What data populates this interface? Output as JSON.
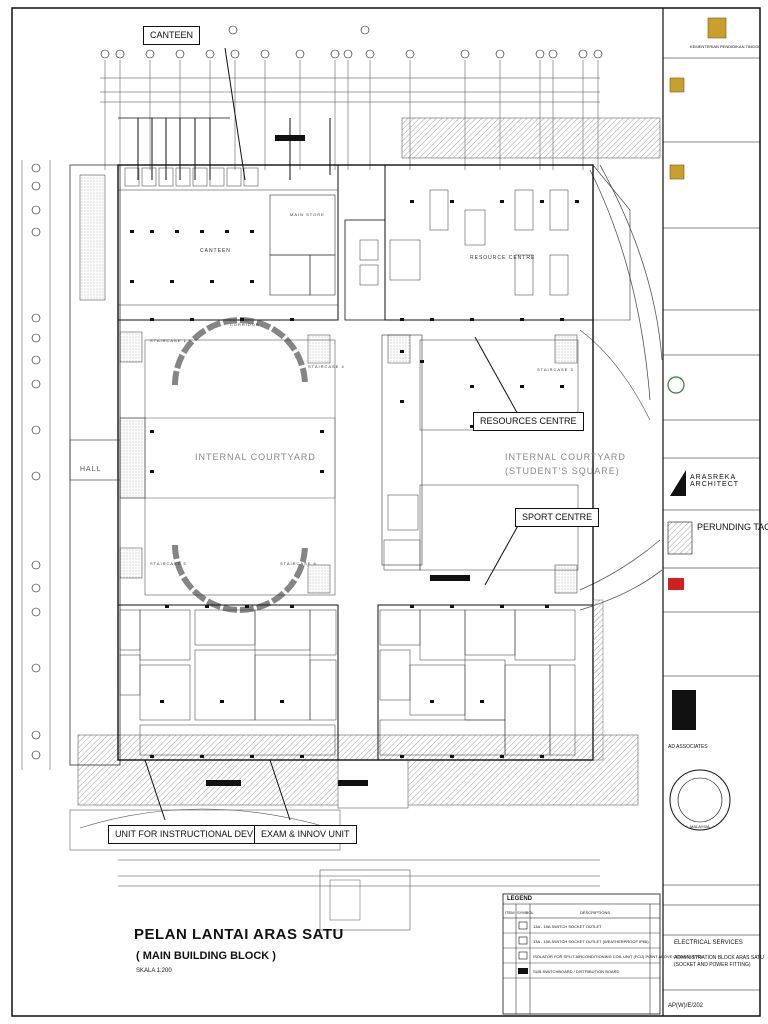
{
  "labels": {
    "canteen": "CANTEEN",
    "resources_centre": "RESOURCES CENTRE",
    "sport_centre": "SPORT CENTRE",
    "unit_instructional": "UNIT FOR INSTRUCTIONAL DEV & MUL",
    "exam_innov": "EXAM & INNOV UNIT",
    "internal_courtyard": "INTERNAL COURTYARD",
    "internal_courtyard_2": "INTERNAL COURTYARD",
    "students_square": "(STUDENT'S SQUARE)",
    "hall": "HALL",
    "staircase_1": "STAIRCASE 1",
    "staircase_4": "STAIRCASE 4",
    "staircase_5": "STAIRCASE 5",
    "staircase_6": "STAIRCASE 6",
    "staircase_3": "STAIRCASE 3",
    "canteen_room": "CANTEEN",
    "resource_room": "RESOURCE CENTRE",
    "main_store": "MAIN STORE",
    "corridor": "CORRIDOR"
  },
  "drawing_title": {
    "main": "PELAN LANTAI ARAS SATU",
    "sub": "( MAIN BUILDING BLOCK )",
    "scale": "SKALA  1:200"
  },
  "legend": {
    "heading": "LEGEND",
    "col_item": "ITEM",
    "col_symbol": "SYMBOL",
    "col_desc": "DESCRIPTIONS",
    "rows": [
      "13A - 15A SWITCH SOCKET OUTLET",
      "13A - 15A SWITCH SOCKET OUTLET (WEATHERPROOF IP66)",
      "ISOLATOR FOR SPLIT AIRCONDITIONING COIL UNIT (FCU) POINT ABOVE CEILING LEVEL",
      "SUB-SWITCHBOARD / DISTRIBUTION BOARD"
    ]
  },
  "title_block": {
    "client_head": "KEMENTERIAN PENDIDIKAN TINGGI",
    "firm_arch": "ARASREKA ARCHITECT",
    "firm_c_s": "PERUNDING TAC",
    "firm_ad": "AD ASSOCIATES",
    "service": "ELECTRICAL SERVICES",
    "drawing_desc_1": "ADMINISTRATION BLOCK ARAS SATU",
    "drawing_desc_2": "(SOCKET AND POWER FITTING)",
    "drawing_no": "AP(W)/E/202",
    "stamp_text": "MALAYSIA"
  },
  "colors": {
    "line": "#111111",
    "hatch": "#777777",
    "accent_red": "#d22020"
  }
}
